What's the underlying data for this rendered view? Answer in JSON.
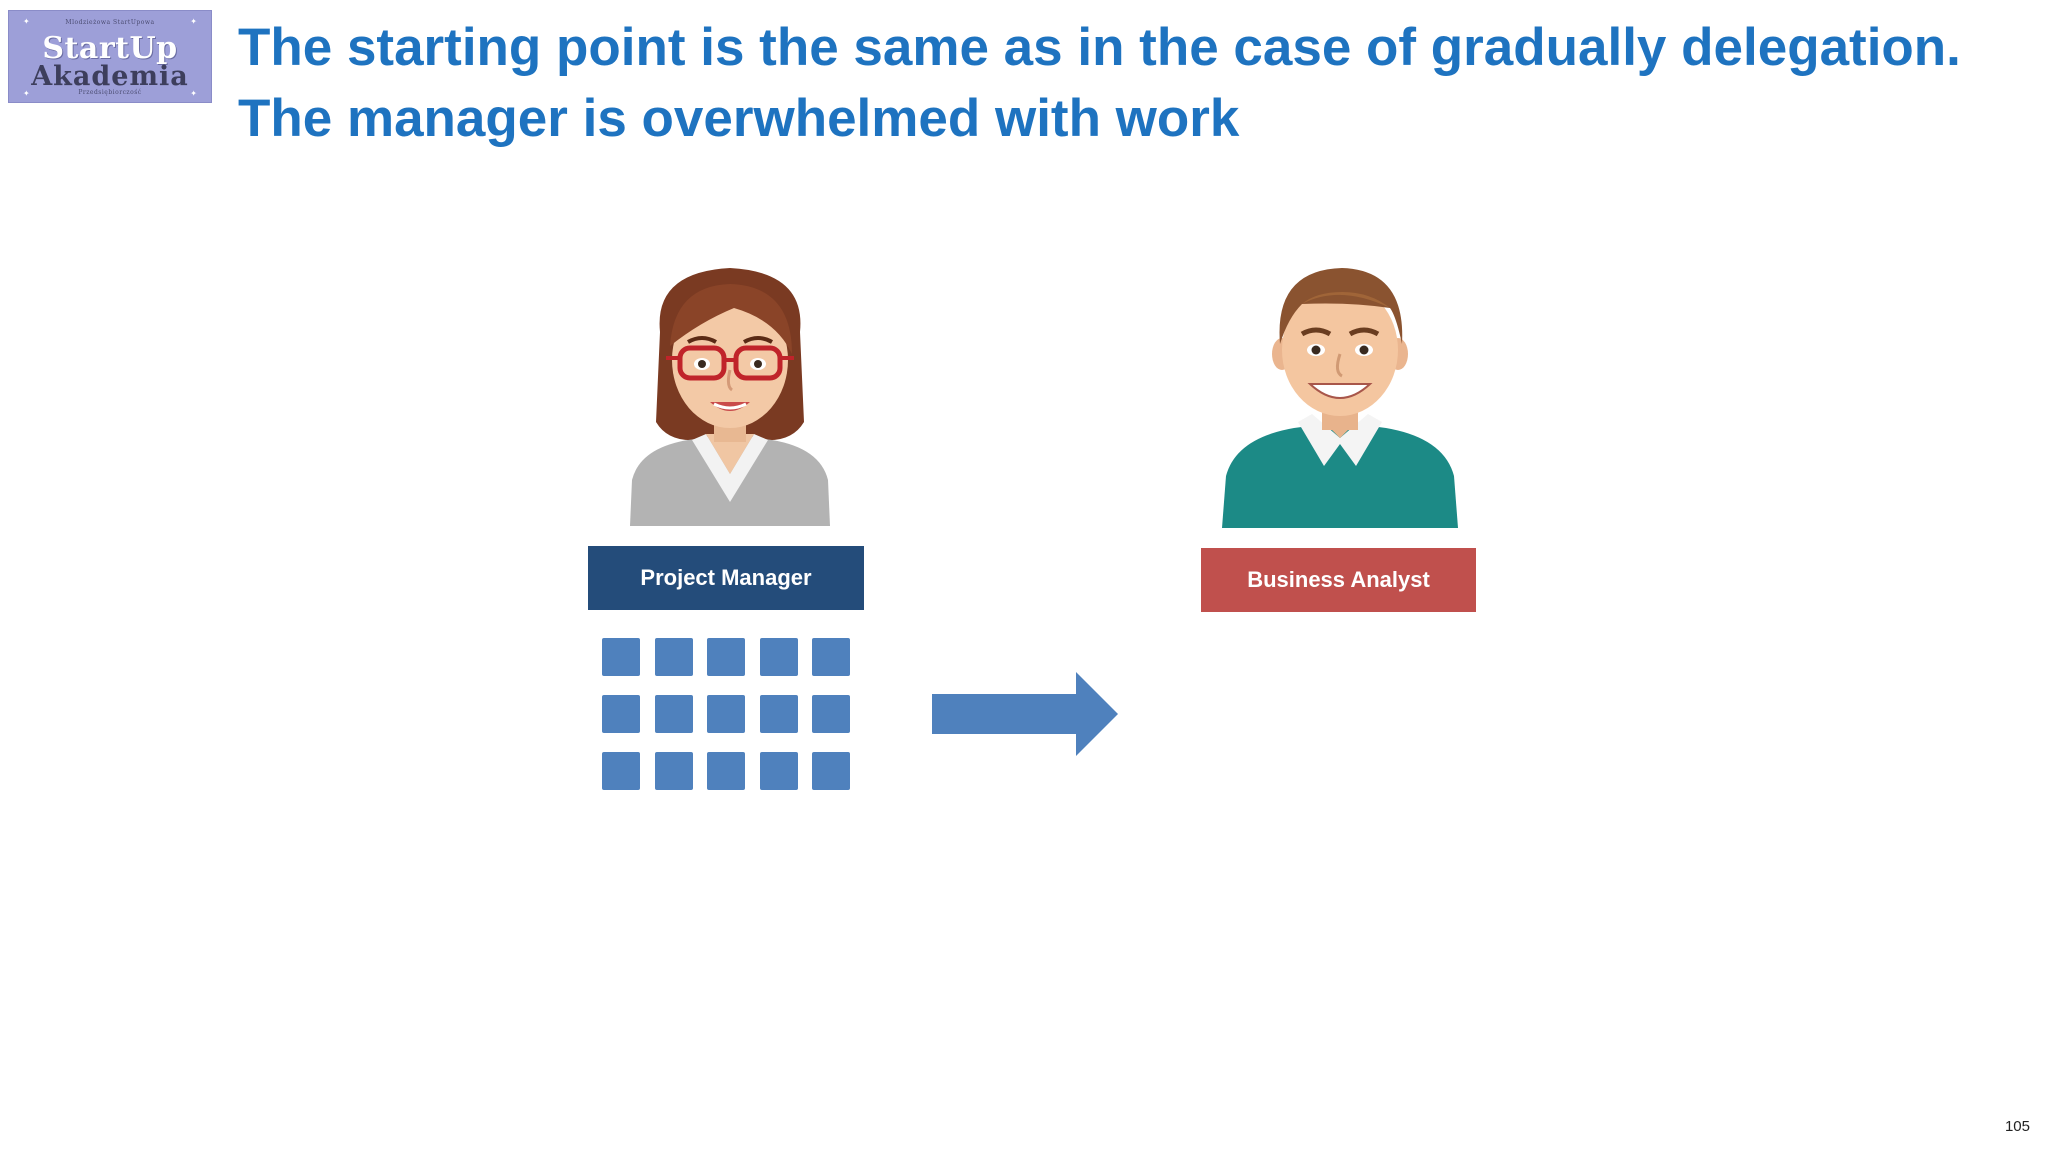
{
  "logo": {
    "top_text": "Mlodzieżowa StartUpowa",
    "line1": "StartUp",
    "line2": "Akademia",
    "bottom_text": "Przedsiębiorczość"
  },
  "slide": {
    "title": "The starting point is the same as in the case of gradually delegation. The manager is overwhelmed with work",
    "page_number": "105"
  },
  "roles": {
    "project_manager": "Project Manager",
    "business_analyst": "Business Analyst"
  },
  "tasks": {
    "count": 15
  },
  "colors": {
    "title": "#1e73c0",
    "project_manager_box": "#244c7a",
    "business_analyst_box": "#c0504d",
    "task": "#4f81bd",
    "arrow": "#4f81bd"
  }
}
